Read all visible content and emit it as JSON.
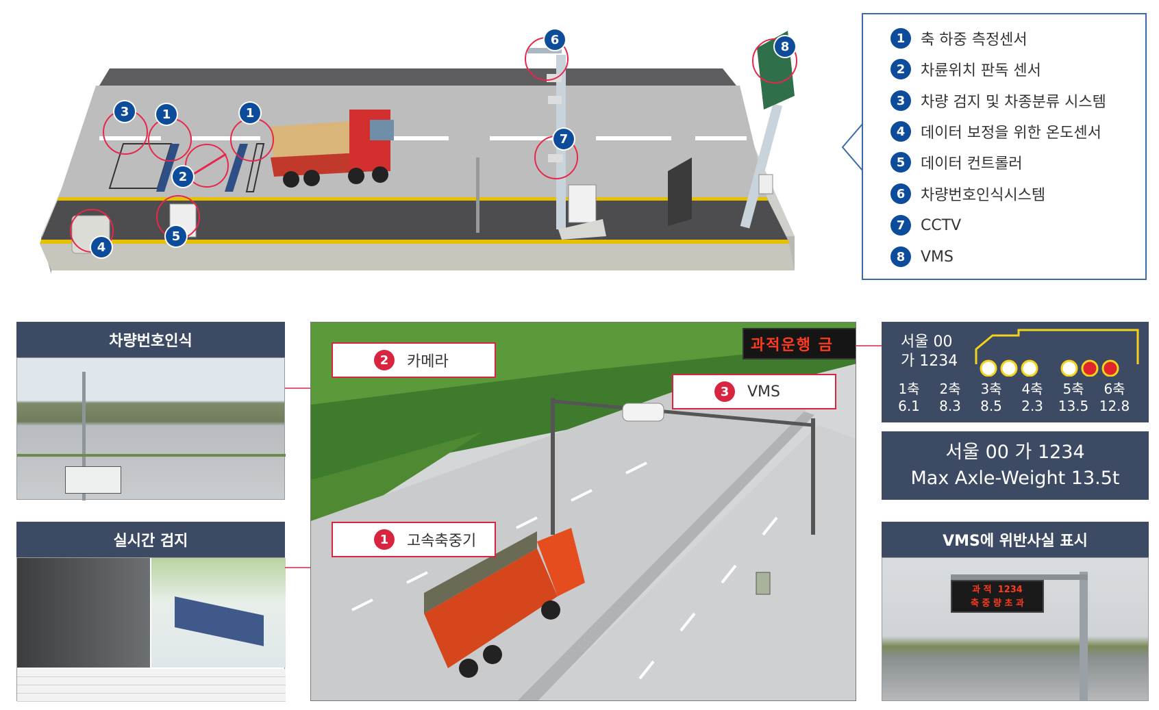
{
  "diagram": {
    "markers": [
      "1",
      "1",
      "2",
      "3",
      "4",
      "5",
      "6",
      "7",
      "8"
    ]
  },
  "legend": [
    {
      "num": "1",
      "label": "축 하중 측정센서"
    },
    {
      "num": "2",
      "label": "차륜위치 판독 센서"
    },
    {
      "num": "3",
      "label": "차량 검지 및 차종분류 시스템"
    },
    {
      "num": "4",
      "label": "데이터 보정을 위한 온도센서"
    },
    {
      "num": "5",
      "label": "데이터 컨트롤러"
    },
    {
      "num": "6",
      "label": "차량번호인식시스템"
    },
    {
      "num": "7",
      "label": "CCTV"
    },
    {
      "num": "8",
      "label": "VMS"
    }
  ],
  "panels": {
    "plate_recognition_title": "차량번호인식",
    "realtime_title": "실시간 검지",
    "vms_display_title": "VMS에 위반사실 표시"
  },
  "scene": {
    "vms_sign_text": "과적운행 금",
    "callouts": [
      {
        "num": "2",
        "label": "카메라"
      },
      {
        "num": "3",
        "label": "VMS"
      },
      {
        "num": "1",
        "label": "고속축중기"
      }
    ]
  },
  "vehicle_info": {
    "plate_line1": "서울 00",
    "plate_line2": "가 1234",
    "axles": [
      {
        "label": "1축",
        "weight": "6.1"
      },
      {
        "label": "2축",
        "weight": "8.3"
      },
      {
        "label": "3축",
        "weight": "8.5"
      },
      {
        "label": "4축",
        "weight": "2.3"
      },
      {
        "label": "5축",
        "weight": "13.5"
      },
      {
        "label": "6축",
        "weight": "12.8"
      }
    ],
    "summary_line1": "서울 00 가 1234",
    "summary_line2": "Max Axle-Weight 13.5t"
  },
  "vms_photo": {
    "line1": "과 적  1234",
    "line2": "축 중 량 초 과"
  },
  "colors": {
    "marker_blue": "#0d4c9a",
    "accent_red": "#d8243f",
    "panel_header": "#3c4a63",
    "truck_outline": "#f3d31b"
  }
}
